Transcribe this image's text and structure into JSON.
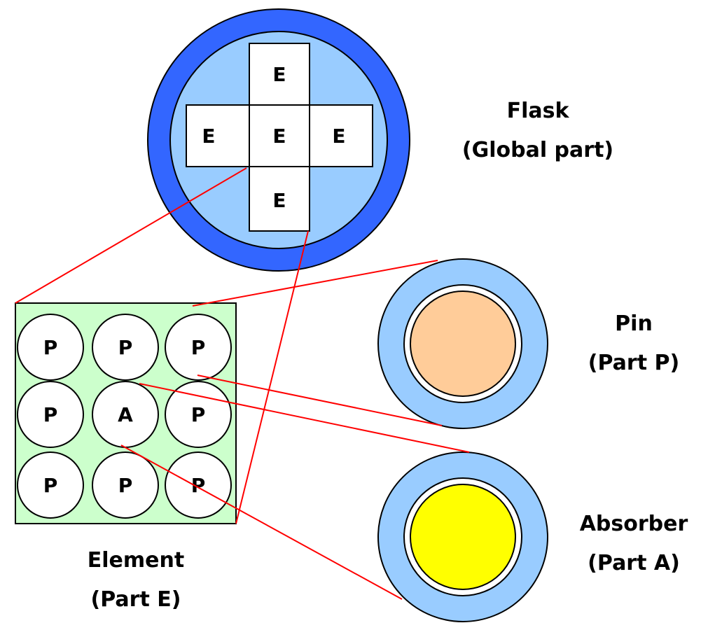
{
  "flask": {
    "label_line1": "Flask",
    "label_line2": "(Global part)",
    "cells": [
      "E",
      "E",
      "E",
      "E",
      "E"
    ]
  },
  "element": {
    "label_line1": "Element",
    "label_line2": "(Part E)",
    "cells": [
      "P",
      "P",
      "P",
      "P",
      "A",
      "P",
      "P",
      "P",
      "P"
    ]
  },
  "pin": {
    "label_line1": "Pin",
    "label_line2": "(Part P)"
  },
  "absorber": {
    "label_line1": "Absorber",
    "label_line2": "(Part A)"
  },
  "colors": {
    "flask_outer": "#3366ff",
    "flask_inner": "#99ccff",
    "element_fill": "#ccffcc",
    "pin_core": "#ffcc99",
    "absorber_core": "#ffff00",
    "cladding": "#99ccff",
    "connector": "#ff0000"
  }
}
